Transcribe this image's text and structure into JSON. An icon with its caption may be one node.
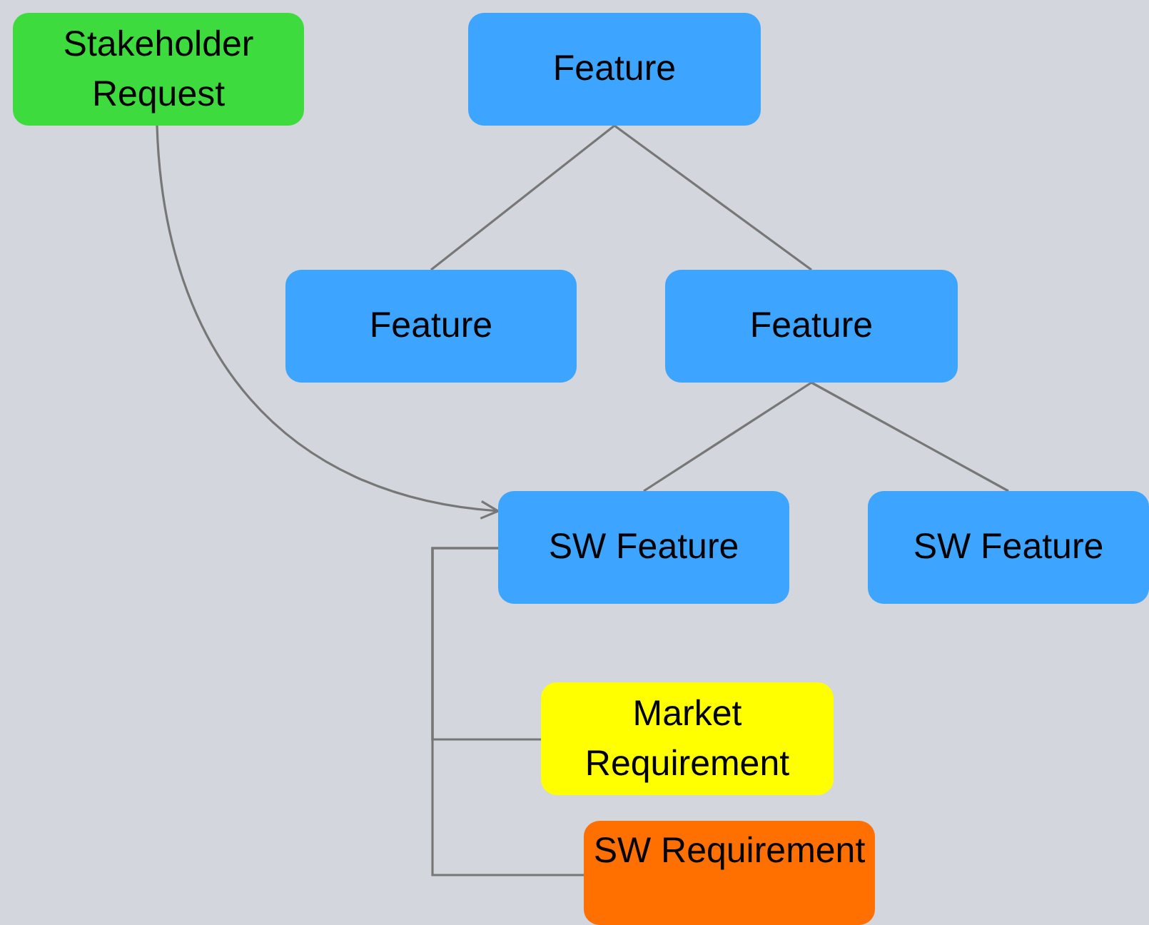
{
  "diagram": {
    "nodes": [
      {
        "text": [
          "Stakeholder Request"
        ]
      },
      {
        "text": [
          "Feature"
        ]
      },
      {
        "text": [
          "Feature"
        ]
      },
      {
        "text": [
          "Feature"
        ]
      },
      {
        "text": [
          "SW Feature"
        ]
      },
      {
        "text": [
          "SW Feature"
        ]
      },
      {
        "text": [
          "Market Requirement"
        ]
      },
      {
        "text": [
          "SW Requirement"
        ]
      }
    ],
    "edges": [
      {
        "from": 1,
        "to": 2,
        "arrow": "none"
      },
      {
        "from": 1,
        "to": 3,
        "arrow": "none"
      },
      {
        "from": 3,
        "to": 4,
        "arrow": "none"
      },
      {
        "from": 3,
        "to": 5,
        "arrow": "none"
      },
      {
        "from": 0,
        "to": 4,
        "arrow": "to"
      },
      {
        "from": 4,
        "to": 6,
        "arrow": "none"
      },
      {
        "from": 4,
        "to": 7,
        "arrow": "none"
      }
    ]
  }
}
